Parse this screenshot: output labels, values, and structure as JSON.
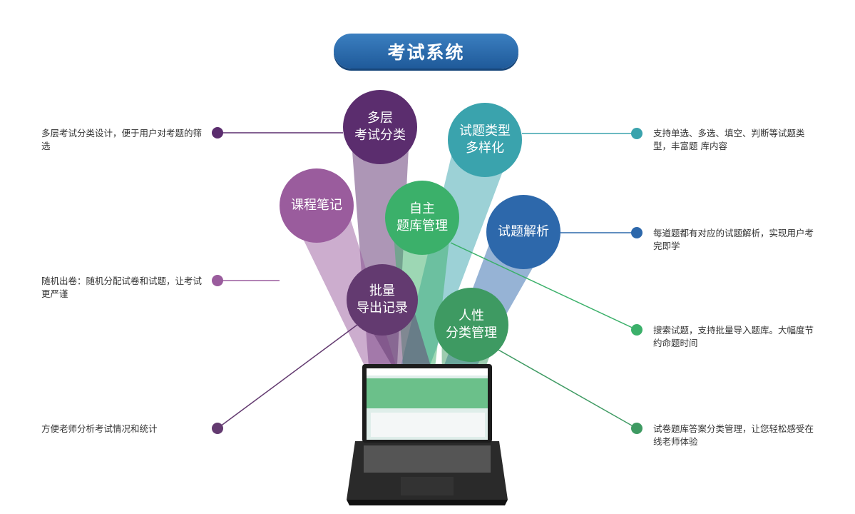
{
  "title": "考试系统",
  "features": [
    {
      "label": "多层\n考试分类",
      "desc": "多层考试分类设计，便于用户对考题的筛选",
      "color": "#5b2d6e"
    },
    {
      "label": "试题类型\n多样化",
      "desc": "支持单选、多选、填空、判断等试题类型，丰富题 库内容",
      "color": "#3aa3ad"
    },
    {
      "label": "课程笔记",
      "desc": "随机出卷：随机分配试卷和试题，让考试更严谨",
      "color": "#9a5c9d"
    },
    {
      "label": "自主\n题库管理",
      "desc": "搜索试题，支持批量导入题库。大幅度节约命题时间",
      "color": "#3bb06a"
    },
    {
      "label": "试题解析",
      "desc": "每道题都有对应的试题解析，实现用户考完即学",
      "color": "#2d68ab"
    },
    {
      "label": "批量\n导出记录",
      "desc": "方便老师分析考试情况和统计",
      "color": "#633a70"
    },
    {
      "label": "人性\n分类管理",
      "desc": "试卷题库答案分类管理，让您轻松感受在线老师体验",
      "color": "#3e9a62"
    }
  ]
}
